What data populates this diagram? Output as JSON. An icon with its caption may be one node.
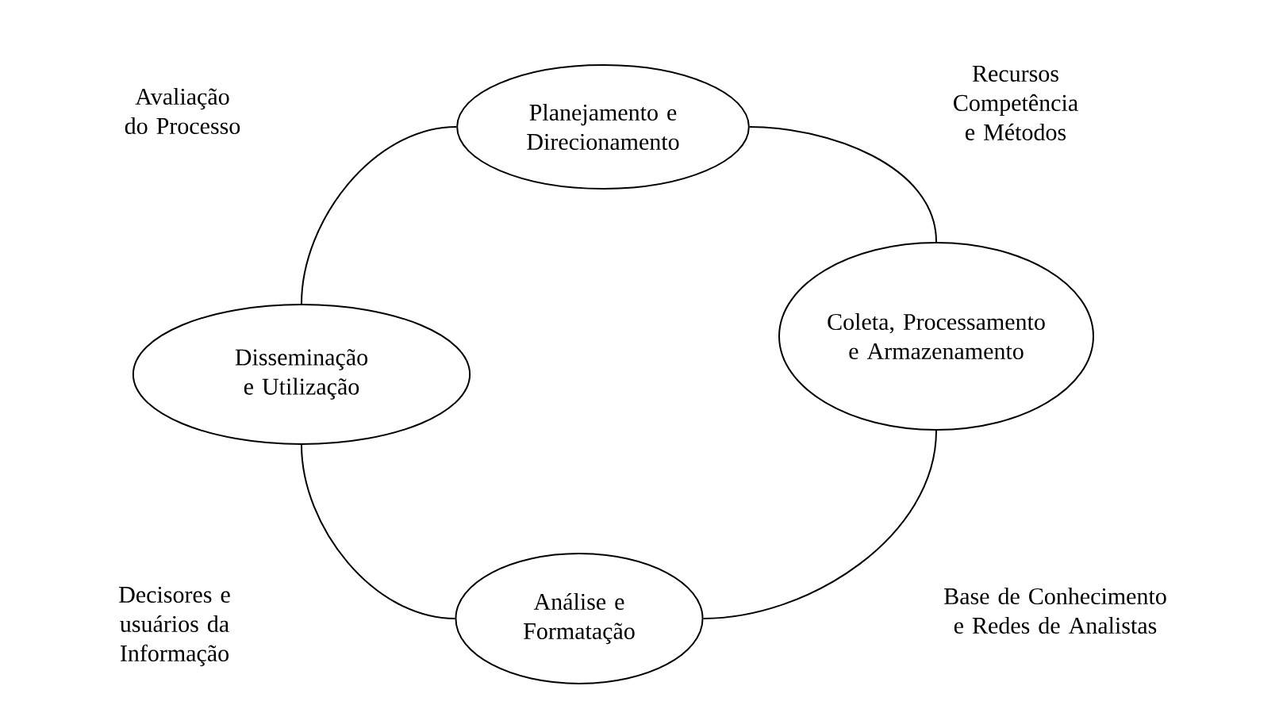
{
  "diagram": {
    "nodes": [
      {
        "text": [
          "Planejamento e Direcionamento"
        ]
      },
      {
        "text": [
          "Coleta, Processamento e Armazenamento"
        ]
      },
      {
        "text": [
          "Análise e Formatação"
        ]
      },
      {
        "text": [
          "Disseminação e Utilização"
        ]
      }
    ],
    "edges": [
      {
        "from": 0,
        "to": 1,
        "arrow": "none"
      },
      {
        "from": 1,
        "to": 2,
        "arrow": "none"
      },
      {
        "from": 2,
        "to": 3,
        "arrow": "none"
      },
      {
        "from": 3,
        "to": 0,
        "arrow": "none"
      }
    ],
    "labels": [
      "Avaliação do Processo",
      "Recursos Competência e Métodos",
      "Decisores e usuários da Informação",
      "Base de Conhecimento e Redes de Analistas"
    ]
  }
}
